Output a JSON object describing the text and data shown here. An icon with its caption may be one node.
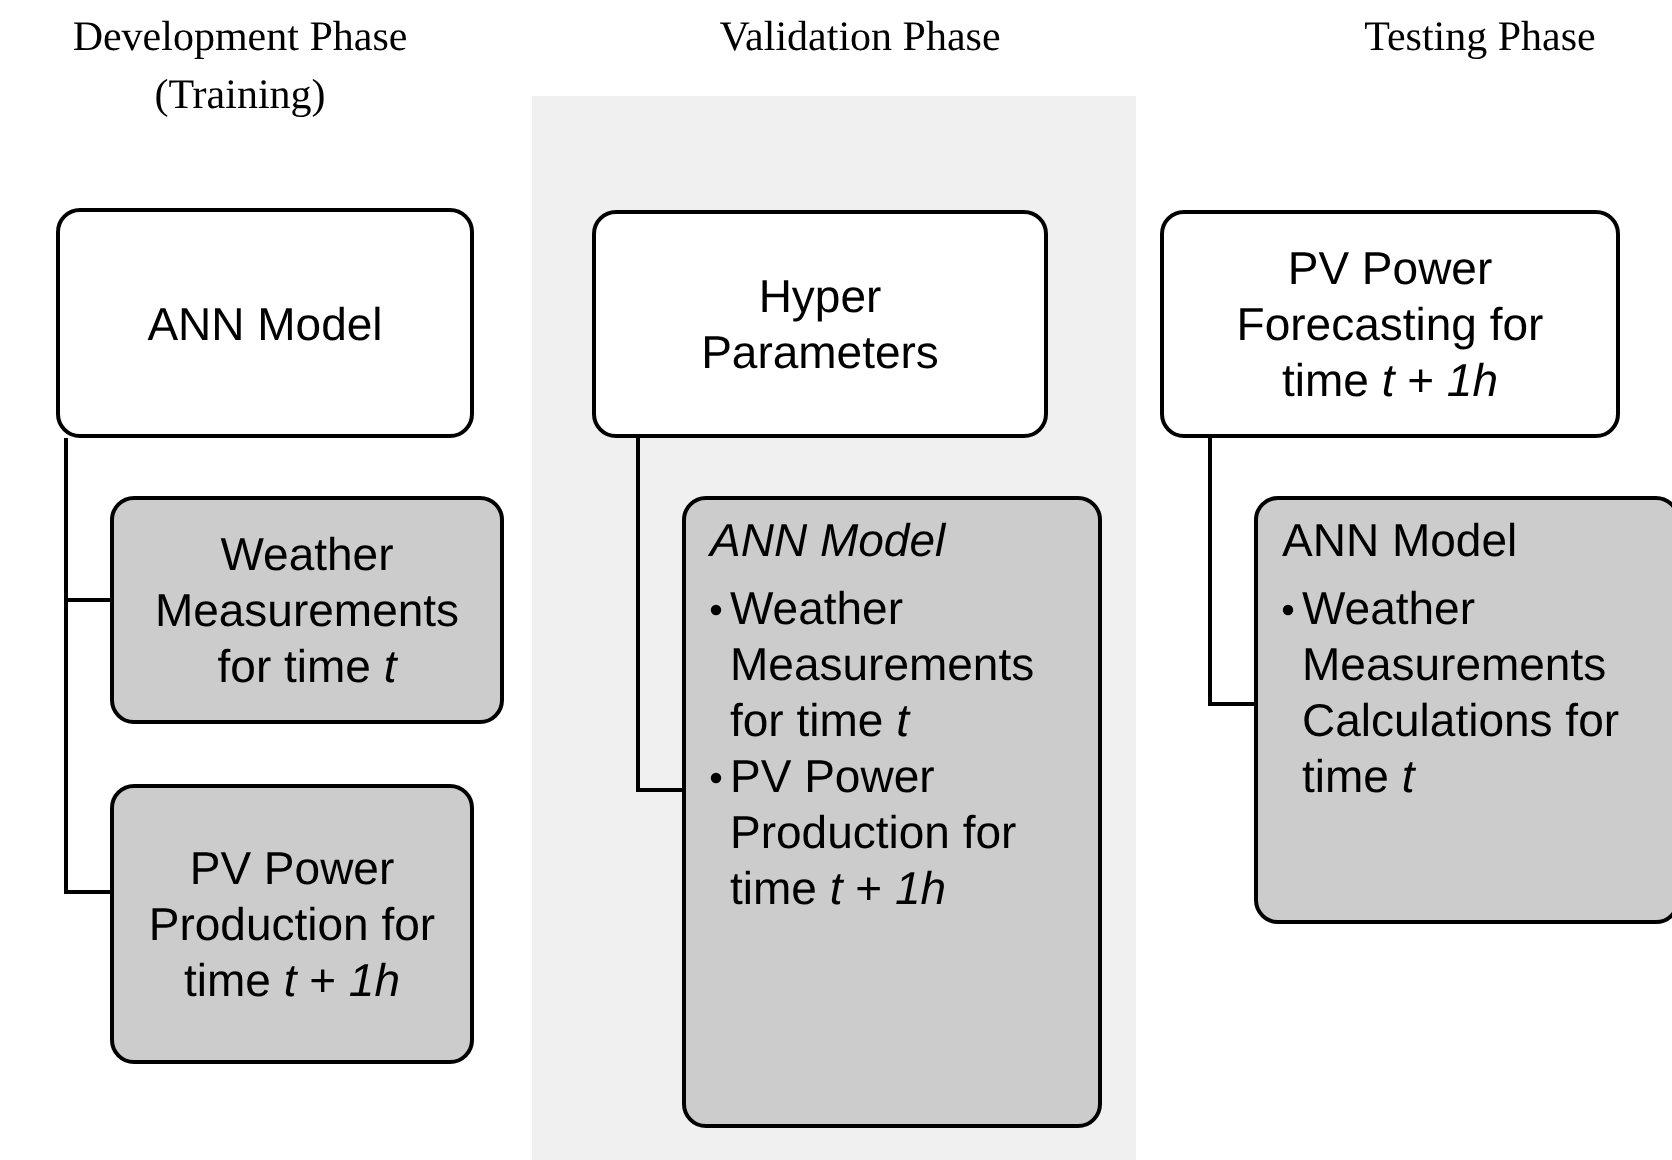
{
  "diagram": {
    "nodes": [
      {
        "text": [
          "ANN Model"
        ]
      },
      {
        "text": [
          "Weather Measurements for time *t*"
        ]
      },
      {
        "text": [
          "PV Power Production for time *t* + *1h*"
        ]
      },
      {
        "text": [
          "Hyper Parameters"
        ]
      },
      {
        "text": [
          "ANN Model",
          "Weather Measurements for time *t*",
          "PV Power Production for time *t* + *1h*"
        ]
      },
      {
        "text": [
          "PV Power Forecasting for time *t* + *1h*"
        ]
      },
      {
        "text": [
          "ANN Model",
          "Weather Measurements Calculations for time *t*"
        ]
      }
    ],
    "edges": [
      {
        "from": 0,
        "to": 1,
        "arrow": "none"
      },
      {
        "from": 0,
        "to": 2,
        "arrow": "none"
      },
      {
        "from": 3,
        "to": 4,
        "arrow": "none"
      },
      {
        "from": 5,
        "to": 6,
        "arrow": "none"
      }
    ],
    "labels": [
      "Development Phase (Training)",
      "Validation Phase",
      "Testing Phase"
    ]
  }
}
